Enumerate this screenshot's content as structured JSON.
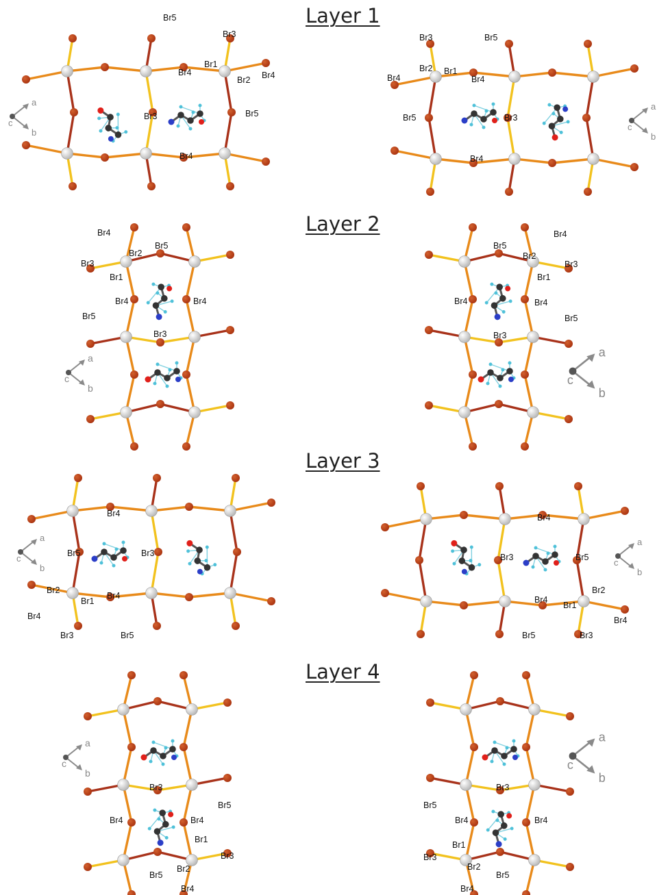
{
  "titles": [
    "Layer 1",
    "Layer 2",
    "Layer 3",
    "Layer 4"
  ],
  "axis_labels": {
    "a": "a",
    "b": "b",
    "c": "c"
  },
  "atom_labels": {
    "br1": "Br1",
    "br2": "Br2",
    "br3": "Br3",
    "br4": "Br4",
    "br5": "Br5"
  },
  "colors": {
    "bromine": "#a8320f",
    "bond_orange": "#e88a1a",
    "bond_yellow": "#f2c21e",
    "bond_dark": "#a8321a",
    "metal": "#d9d9d9",
    "carbon": "#333333",
    "hydrogen": "#4fc1d9",
    "nitrogen": "#2b3ec7",
    "oxygen": "#e0201a",
    "axis": "#8a8a8a"
  }
}
